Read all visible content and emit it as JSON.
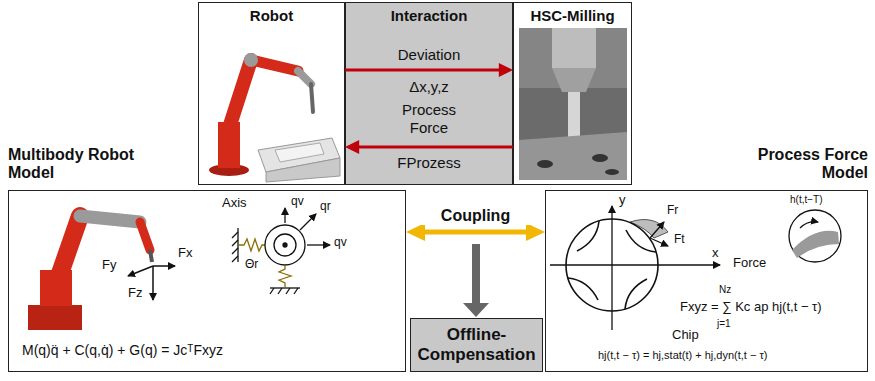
{
  "diagram": {
    "nodes": [
      {
        "text": [
          "Robot"
        ]
      },
      {
        "text": [
          "Interaction"
        ]
      },
      {
        "text": [
          "HSC-Milling"
        ]
      },
      {
        "text": [
          "Multibody Robot Model"
        ]
      },
      {
        "text": [
          "Process Force Model"
        ]
      },
      {
        "text": [
          "Offline-Compensation"
        ]
      }
    ],
    "edges": [
      {
        "from": 0,
        "to": 2,
        "arrow": "to",
        "label": "Deviation"
      },
      {
        "from": 2,
        "to": 0,
        "arrow": "to",
        "label": "Process Force"
      },
      {
        "from": 3,
        "to": 4,
        "arrow": "both",
        "label": "Coupling"
      }
    ],
    "labels": [
      "Δx,y,z",
      "FProzess",
      "Axis",
      "qv",
      "qr",
      "qv",
      "Θr",
      "Fx",
      "Fy",
      "Fz",
      "M(q)q̈ + C(q,q̇) + G(q) = JcᵀFxyz",
      "y",
      "x",
      "Fr",
      "Ft",
      "Force",
      "Nz",
      "Fxyz = ∑ Kc ap hj(t,t − τ)",
      "j=1",
      "Chip",
      "hj(t,t − τ) = hj,stat(t) + hj,dyn(t,t − τ)",
      "h(t,t−T)"
    ]
  }
}
